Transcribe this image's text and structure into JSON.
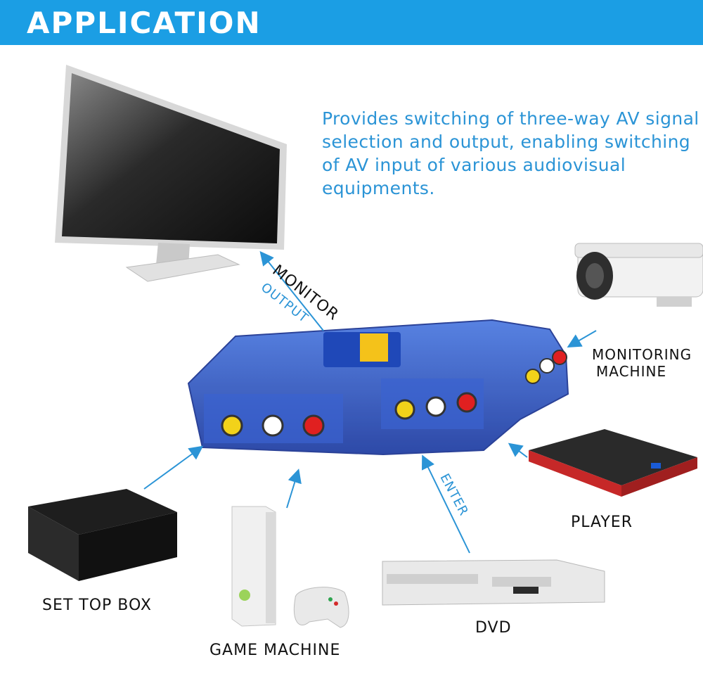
{
  "banner": {
    "title": "APPLICATION",
    "color": "#1b9ee4"
  },
  "description": "Provides switching of three-way AV signal selection and output, enabling switching of AV input of various audiovisual equipments.",
  "labels": {
    "monitor": "MONITOR",
    "output": "OUTPUT",
    "enter": "ENTER",
    "monitoring_machine_line1": "MONITORING",
    "monitoring_machine_line2": "MACHINE",
    "player": "PLAYER",
    "set_top_box": "SET TOP BOX",
    "game_machine": "GAME MACHINE",
    "dvd": "DVD"
  },
  "switch_box": {
    "port_colors": [
      "#f2d21a",
      "#ffffff",
      "#e02020"
    ],
    "body_color": "#2a4fb8"
  },
  "devices": [
    "monitor-icon",
    "camera-icon",
    "player-icon",
    "set-top-box-icon",
    "game-console-icon",
    "gamepad-icon",
    "dvd-player-icon"
  ]
}
